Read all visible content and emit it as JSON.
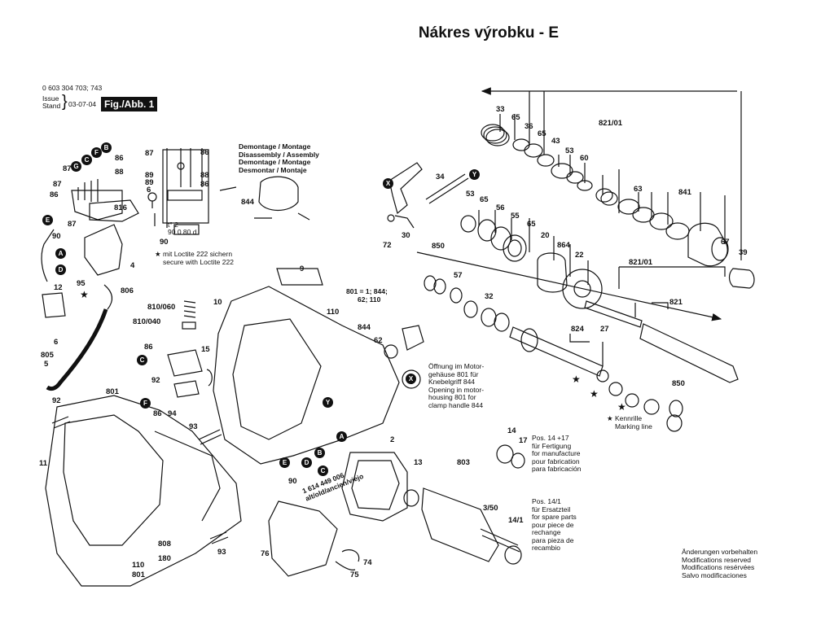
{
  "page_title": "Nákres výrobku - E",
  "header": {
    "part_number": "0 603 304 703; 743",
    "issue_label": "Issue",
    "stand_label": "Stand",
    "date": "03-07-04",
    "figure_label": "Fig./Abb. 1"
  },
  "notes": {
    "demontage": [
      "Demontage / Montage",
      "Disassembly / Assembly",
      "Demontage / Montage",
      "Desmontar / Montaje"
    ],
    "loctite": [
      "mit Loctite 222 sichern",
      "secure with Loctite 222"
    ],
    "opening": [
      "Öffnung im Motor-",
      "gehäuse 801 für",
      "Knebelgriff 844",
      "Opening in motor-",
      "housing 801 for",
      "clamp handle 844"
    ],
    "kennrille": [
      "Kennrille",
      "Marking line"
    ],
    "pos14_17": [
      "Pos. 14 +17",
      "für Fertigung",
      "for manufacture",
      "pour fabrication",
      "para fabricación"
    ],
    "pos14_1": [
      "Pos. 14/1",
      "für Ersatzteil",
      "for spare parts",
      "pour piece de",
      "rechange",
      "para pieza de",
      "recambio"
    ],
    "changes": [
      "Änderungen vorbehalten",
      "Modifications reserved",
      "Modifications resérvées",
      "Salvo modificaciones"
    ],
    "cable_ref": "1 614 449 006",
    "cable_alt": "alt/old/ancien/viejo",
    "part_ref_801": "801 = 1; 844;",
    "part_ref_801b": "62; 110",
    "schematic_labels": [
      "t° 2",
      "90 0 80 d"
    ],
    "star": "★"
  },
  "labels": {
    "l1": "33",
    "l2": "65",
    "l3": "36",
    "l4": "65",
    "l5": "43",
    "l6": "53",
    "l7": "60",
    "l8": "821/01",
    "l9": "34",
    "l10": "53",
    "l11": "65",
    "l12": "56",
    "l13": "55",
    "l14": "65",
    "l15": "63",
    "l16": "841",
    "l17": "72",
    "l18": "30",
    "l19": "850",
    "l20": "57",
    "l21": "20",
    "l22": "864",
    "l23": "22",
    "l24": "821/01",
    "l25": "67",
    "l26": "39",
    "l27": "32",
    "l28": "821",
    "l29": "27",
    "l30": "824",
    "l31": "850",
    "l32": "87",
    "l33": "86",
    "l34": "88",
    "l35": "816",
    "l36": "87",
    "l37": "86",
    "l38": "90",
    "l39": "87",
    "l40": "4",
    "l41": "12",
    "l42": "95",
    "l43": "806",
    "l44": "6",
    "l45": "805",
    "l46": "5",
    "l47": "87",
    "l48": "89",
    "l49": "6",
    "l50": "86",
    "l51": "88",
    "l52": "86",
    "l53": "90",
    "l54": "844",
    "l55": "9",
    "l56": "10",
    "l57": "810/060",
    "l58": "810/040",
    "l59": "110",
    "l60": "844",
    "l61": "62",
    "l62": "86",
    "l63": "15",
    "l64": "92",
    "l65": "86",
    "l66": "94",
    "l67": "92",
    "l68": "801",
    "l69": "11",
    "l70": "93",
    "l71": "2",
    "l72": "90",
    "l73": "13",
    "l74": "803",
    "l75": "3/50",
    "l76": "14",
    "l77": "17",
    "l78": "14/1",
    "l79": "93",
    "l80": "808",
    "l81": "180",
    "l82": "110",
    "l83": "801",
    "l84": "76",
    "l85": "74",
    "l86": "75",
    "l87": "89"
  },
  "circles": {
    "c1": "X",
    "c2": "Y",
    "c3": "B",
    "c4": "F",
    "c5": "G",
    "c6": "E",
    "c7": "A",
    "c8": "D",
    "c9": "C",
    "c10": "F",
    "c11": "X",
    "c12": "Y",
    "c13": "A",
    "c14": "B",
    "c15": "E",
    "c16": "D",
    "c17": "C",
    "c18": "C"
  }
}
